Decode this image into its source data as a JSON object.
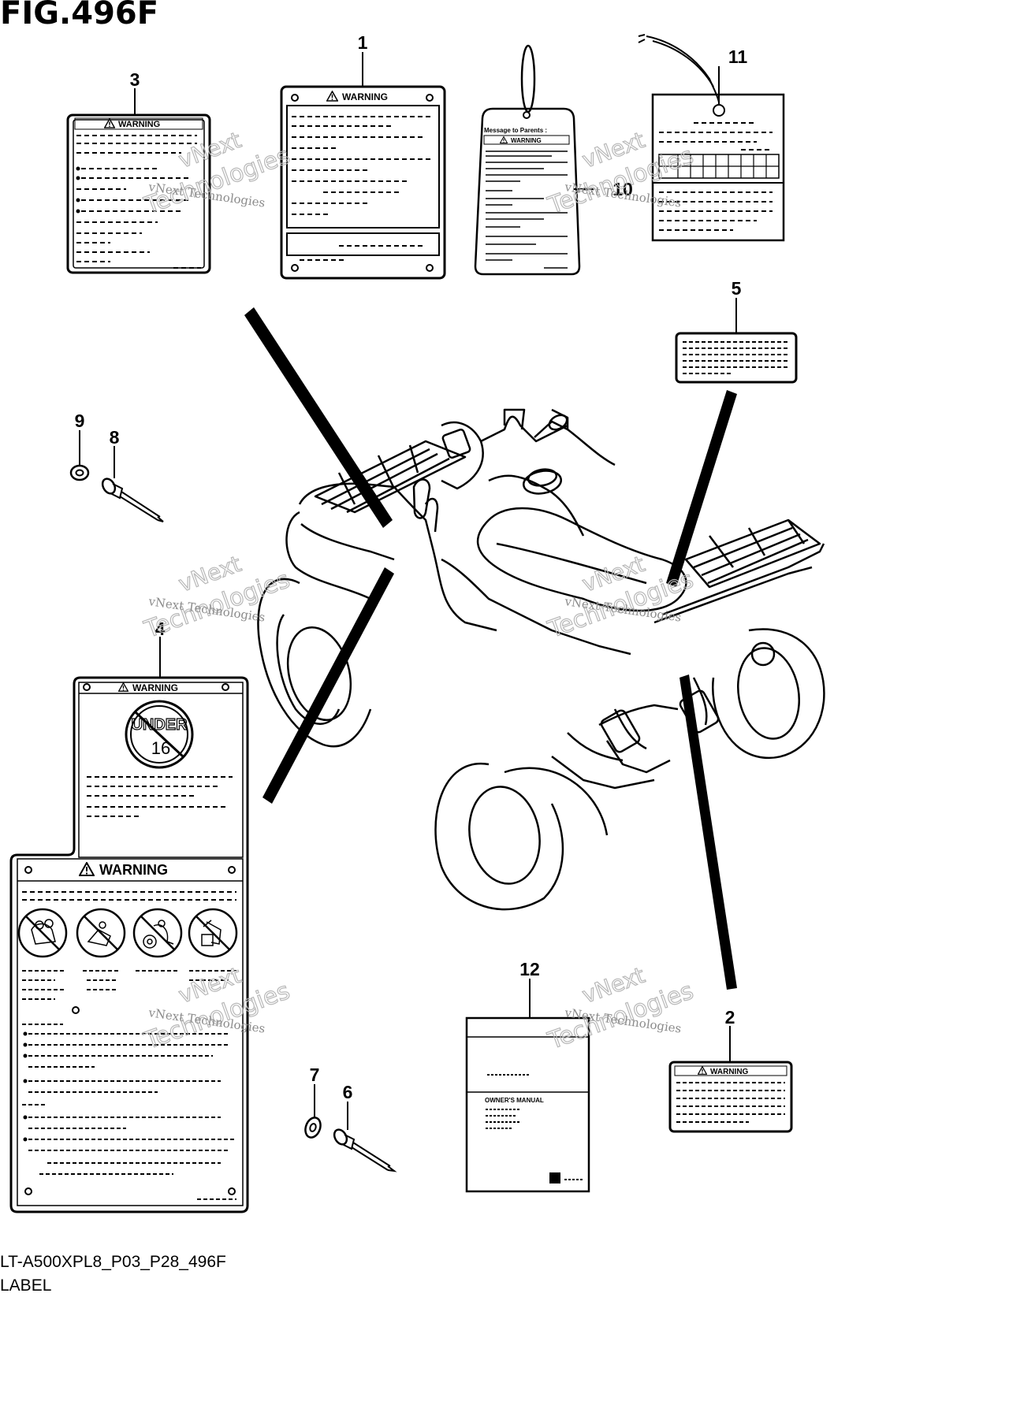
{
  "figure": {
    "title": "FIG.496F",
    "code": "LT-A500XPL8_P03_P28_496F",
    "caption": "LABEL"
  },
  "callouts": [
    "1",
    "2",
    "3",
    "4",
    "5",
    "6",
    "7",
    "8",
    "9",
    "10",
    "11",
    "12"
  ],
  "labels": {
    "warning": "WARNING",
    "under": "UNDER",
    "age": "16",
    "message_to_parents": "Message to Parents :",
    "owners_manual": "OWNER'S MANUAL"
  },
  "watermark": {
    "line1": "vNext Technologies",
    "line2": "vNext",
    "line3": "Technologies"
  }
}
